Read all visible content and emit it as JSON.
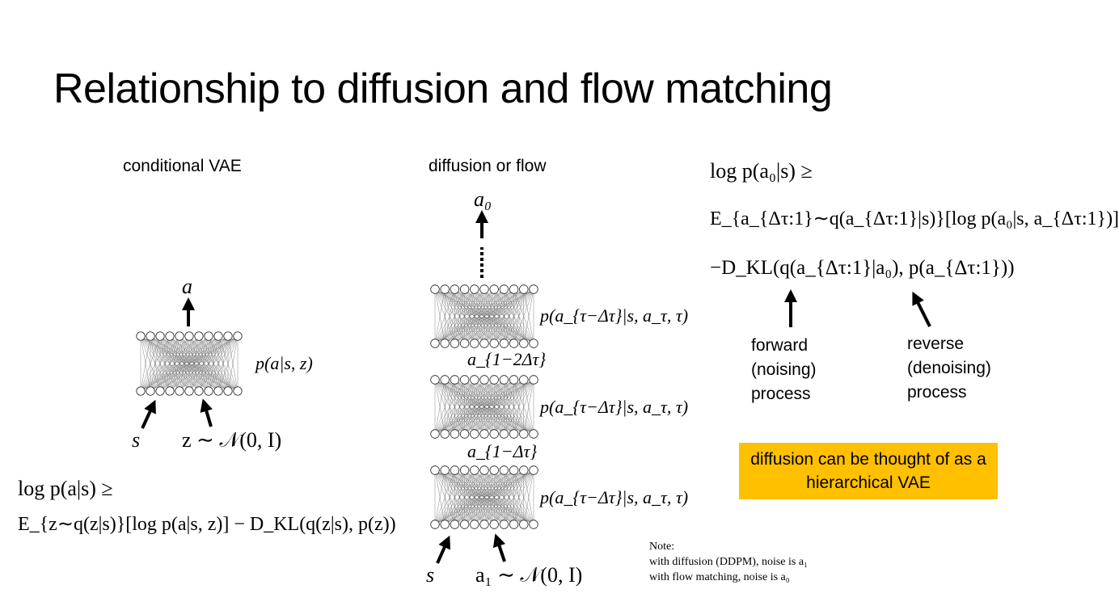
{
  "slide": {
    "title": "Relationship to diffusion and flow matching"
  },
  "vae": {
    "heading": "conditional VAE",
    "output_label": "a",
    "net_label": "p(a|s, z)",
    "input_s": "s",
    "input_z": "z ∼ 𝒩(0, I)",
    "bound_line1": "log p(a|s) ≥",
    "bound_line2": "E_{z∼q(z|s)}[log p(a|s, z)] − D_KL(q(z|s), p(z))"
  },
  "diffusion": {
    "heading": "diffusion or flow",
    "output_label": "a₀",
    "net_label": "p(a_{τ−Δτ}|s, a_τ, τ)",
    "mid_label_1": "a_{1−2Δτ}",
    "mid_label_2": "a_{1−Δτ}",
    "input_s": "s",
    "input_noise": "a₁ ∼ 𝒩(0, I)"
  },
  "elbo": {
    "line1": "log p(a₀|s) ≥",
    "line2": "E_{a_{Δτ:1}∼q(a_{Δτ:1}|s)}[log p(a₀|s, a_{Δτ:1})]",
    "line3": "−D_KL(q(a_{Δτ:1}|a₀), p(a_{Δτ:1}))",
    "forward_label": "forward (noising) process",
    "reverse_label": "reverse (denoising) process"
  },
  "callout": {
    "text": "diffusion can be thought of as a hierarchical VAE",
    "color": "#FFC000"
  },
  "note": {
    "heading": "Note:",
    "line1": "with diffusion (DDPM), noise is a₁",
    "line2": "with flow matching, noise is a₀"
  }
}
